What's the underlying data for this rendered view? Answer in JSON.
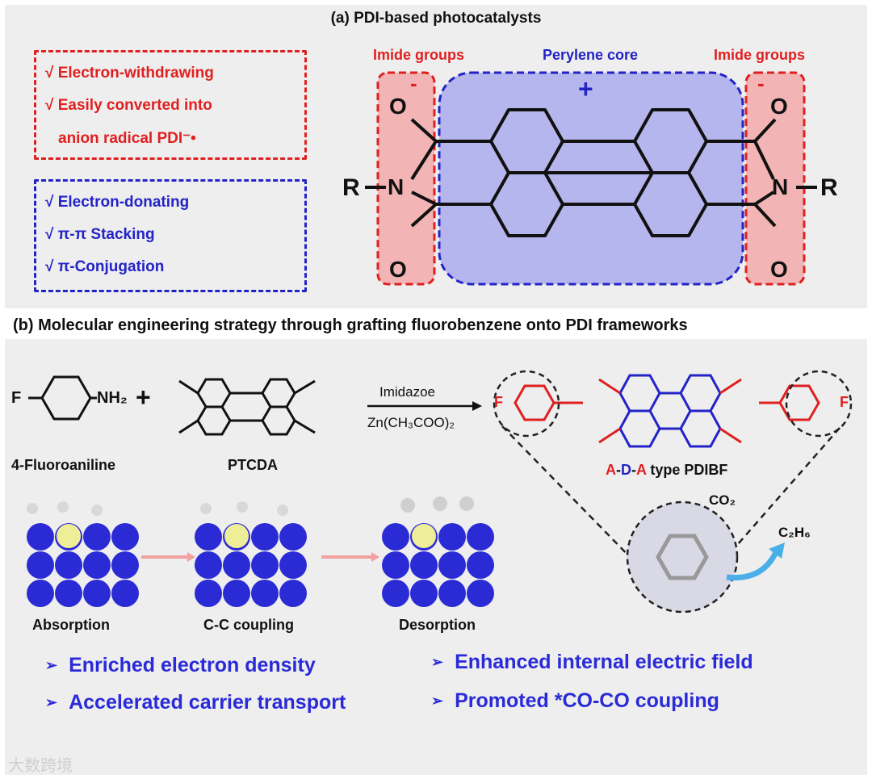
{
  "panel_a": {
    "title": "(a) PDI-based photocatalysts",
    "red_features": [
      "√ Electron-withdrawing",
      "√ Easily converted into",
      "anion radical PDI⁻•"
    ],
    "blue_features": [
      "√ Electron-donating",
      "√ π-π Stacking",
      "√ π-Conjugation"
    ],
    "labels": {
      "imide_left": "Imide groups",
      "perylene_core": "Perylene core",
      "imide_right": "Imide groups"
    },
    "charges": {
      "minus": "-",
      "plus": "+"
    },
    "atoms": {
      "O": "O",
      "N": "N",
      "R": "R"
    }
  },
  "panel_b": {
    "title": "(b) Molecular engineering strategy through grafting fluorobenzene onto PDI frameworks",
    "reagent_1": "4-Fluoroaniline",
    "reagent_2": "PTCDA",
    "plus": "+",
    "nh2": "NH₂",
    "f": "F",
    "conditions_top": "Imidazoe",
    "conditions_bottom": "Zn(CH₃COO)₂",
    "product_label_parts": [
      "A",
      "-",
      "D",
      "-",
      "A",
      " type PDIBF"
    ],
    "co2": "CO₂",
    "c2h6": "C₂H₆",
    "steps": [
      "Absorption",
      "C-C coupling",
      "Desorption"
    ],
    "bullets": [
      "Enriched electron density",
      "Accelerated carrier transport",
      "Enhanced internal electric field",
      "Promoted *CO-CO coupling"
    ]
  },
  "watermark": "大数跨境",
  "colors": {
    "red": "#e02020",
    "blue": "#2323c8",
    "red_fill": "#f2b4b4",
    "blue_fill": "#b6b6ee",
    "sphere": "#2b2bd6",
    "au": "#eeee99"
  }
}
